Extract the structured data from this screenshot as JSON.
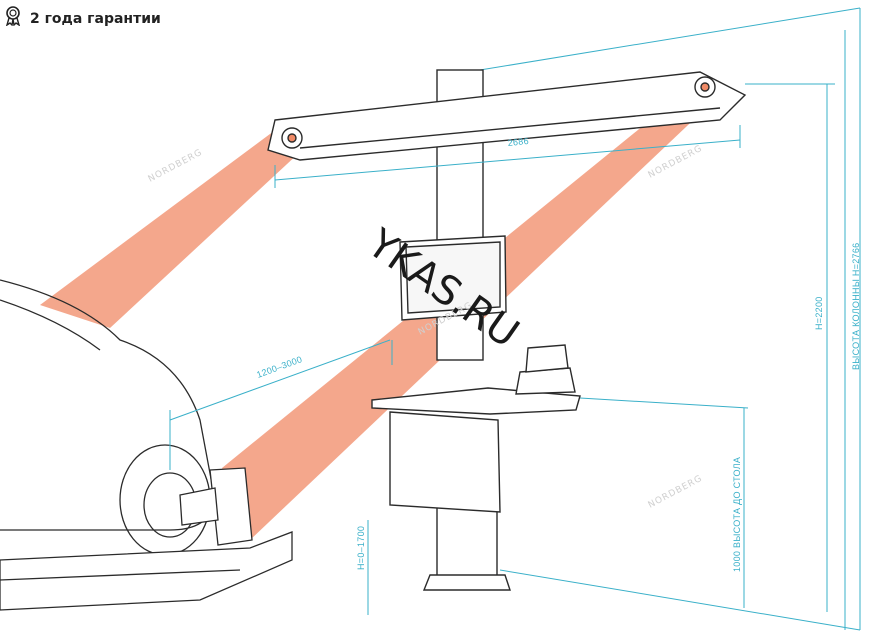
{
  "header": {
    "badge_icon": "award-ribbon-icon",
    "title": "2 года гарантии"
  },
  "dimensions": {
    "width_beam": "2686",
    "distance": "1200–3000",
    "camera_height": "H=2200",
    "column_height": "ВЫСОТА КОЛОННЫ  H=2766",
    "table_height": "1000 ВЫСОТА ДО СТОЛА",
    "lift_height": "H=0–1700"
  },
  "watermarks": {
    "brand": "NORDBERG",
    "overlay": "YKAS.RU"
  },
  "colors": {
    "dimension_line": "#3ab0c9",
    "beam_light": "#f08a66",
    "outline": "#2b2b2b",
    "badge": "#222222"
  }
}
